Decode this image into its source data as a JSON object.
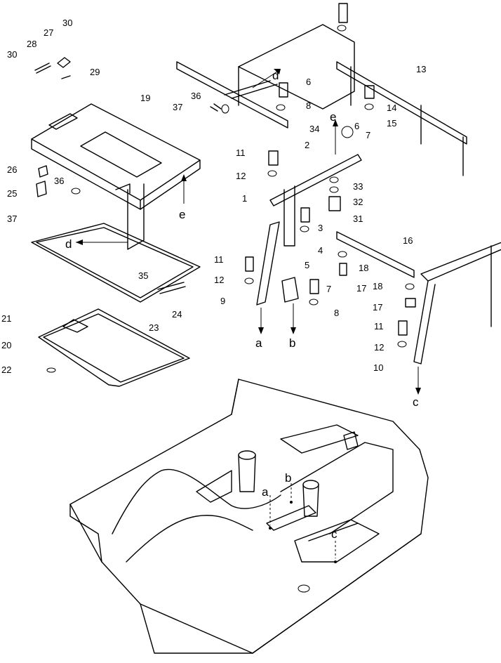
{
  "diagram": {
    "callouts": [
      "1",
      "2",
      "3",
      "4",
      "5",
      "6",
      "7",
      "8",
      "9",
      "10",
      "11",
      "12",
      "13",
      "14",
      "15",
      "16",
      "17",
      "18",
      "19",
      "20",
      "21",
      "22",
      "23",
      "24",
      "25",
      "26",
      "27",
      "28",
      "29",
      "30",
      "31",
      "32",
      "33",
      "34",
      "35",
      "36",
      "37"
    ],
    "connection_letters": [
      "a",
      "b",
      "c",
      "d",
      "e"
    ]
  }
}
